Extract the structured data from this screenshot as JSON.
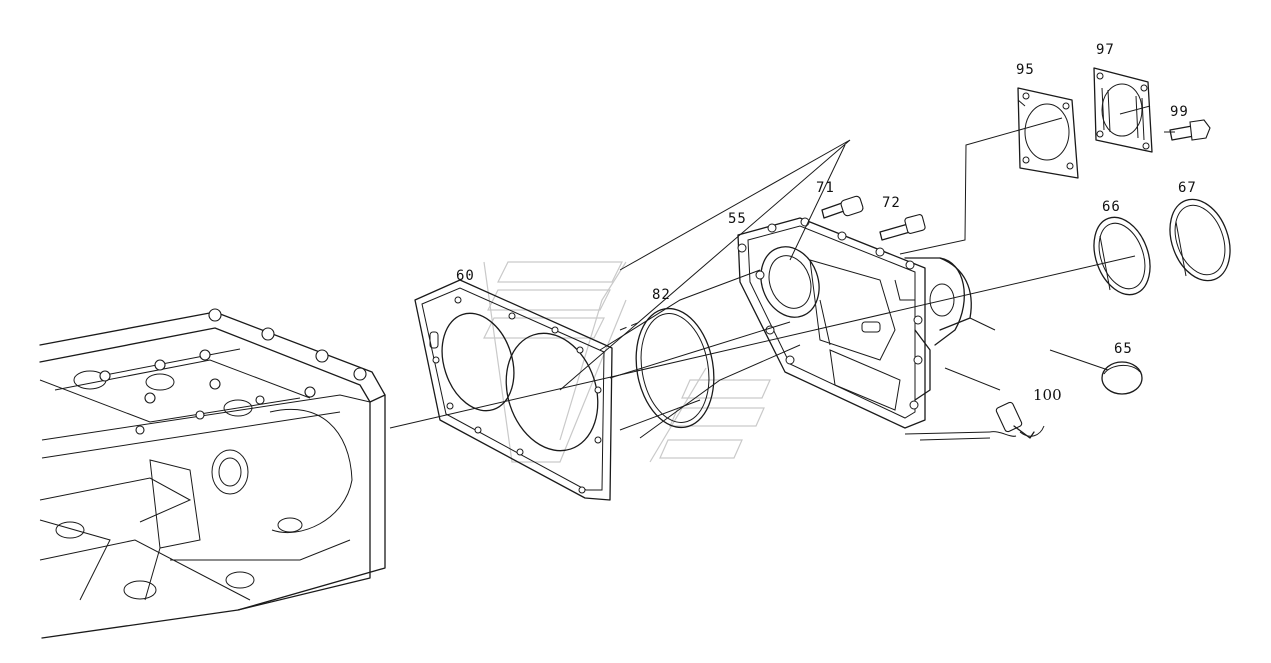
{
  "diagram": {
    "callouts": [
      {
        "id": "95",
        "label": "95"
      },
      {
        "id": "97",
        "label": "97"
      },
      {
        "id": "99",
        "label": "99"
      },
      {
        "id": "71",
        "label": "71"
      },
      {
        "id": "72",
        "label": "72"
      },
      {
        "id": "55",
        "label": "55"
      },
      {
        "id": "66",
        "label": "66"
      },
      {
        "id": "67",
        "label": "67"
      },
      {
        "id": "60",
        "label": "60"
      },
      {
        "id": "82",
        "label": "82"
      },
      {
        "id": "65",
        "label": "65"
      },
      {
        "id": "100",
        "label": "100"
      }
    ],
    "parts": [
      {
        "callout": "60",
        "shape": "gasket-plate"
      },
      {
        "callout": "82",
        "shape": "o-ring"
      },
      {
        "callout": "55",
        "shape": "housing"
      },
      {
        "callout": "71",
        "shape": "bolt"
      },
      {
        "callout": "72",
        "shape": "bolt"
      },
      {
        "callout": "95",
        "shape": "flat-gasket"
      },
      {
        "callout": "97",
        "shape": "cover-plate"
      },
      {
        "callout": "99",
        "shape": "screw"
      },
      {
        "callout": "66",
        "shape": "ring"
      },
      {
        "callout": "67",
        "shape": "ring"
      },
      {
        "callout": "65",
        "shape": "plug"
      },
      {
        "callout": "100",
        "shape": "sensor"
      }
    ]
  }
}
